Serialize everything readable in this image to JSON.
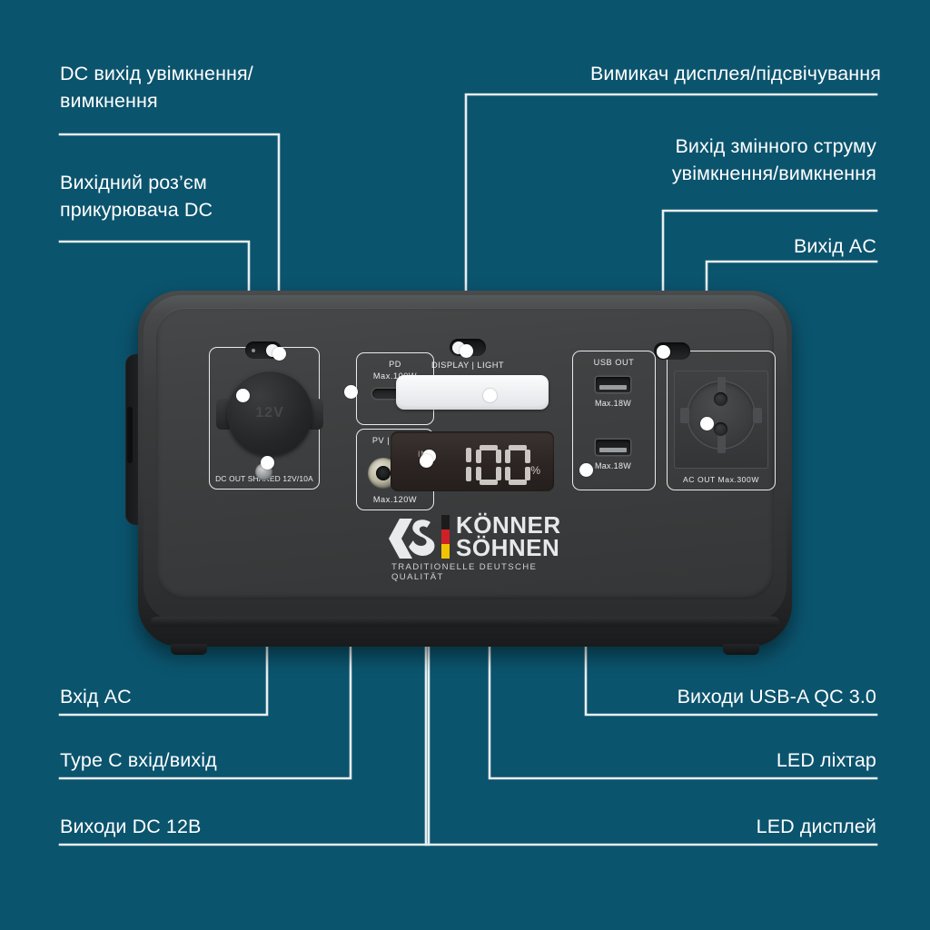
{
  "theme": {
    "background": "#0b546e",
    "line_color": "#e9eef0",
    "text_color": "#ffffff",
    "body_color": "#3a3c3d"
  },
  "callouts": [
    {
      "id": "dc-power-switch",
      "text": "DC вихід увімкнення/\nвимкнення"
    },
    {
      "id": "dc-cig-socket",
      "text": "Вихідний роз’єм\nприкурювача DC"
    },
    {
      "id": "display-light",
      "text": "Вимикач дисплея/підсвічування"
    },
    {
      "id": "ac-power-switch",
      "text": "Вихід змінного струму\nувімкнення/вимкнення"
    },
    {
      "id": "ac-out",
      "text": "Вихід AC"
    },
    {
      "id": "ac-in",
      "text": "Вхід AC"
    },
    {
      "id": "type-c",
      "text": "Type C вхід/вихід"
    },
    {
      "id": "dc-out-12v",
      "text": "Виходи DC 12В"
    },
    {
      "id": "usb-a-qc",
      "text": "Виходи USB-A QC 3.0"
    },
    {
      "id": "led-flashlight",
      "text": "LED ліхтар"
    },
    {
      "id": "led-display",
      "text": "LED дисплей"
    }
  ],
  "device": {
    "panel": {
      "dc_group_caption": "DC OUT SHARED 12V/10A",
      "cigarette_socket_text": "12V",
      "pd_caption_line1": "PD",
      "pd_caption_line2": "Max.100W",
      "pv_caption": "PV | DC IN",
      "pv_max": "Max.120W",
      "display_light_caption": "DISPLAY | LIGHT",
      "usb_group_caption": "USB OUT",
      "usb_port1_max": "Max.18W",
      "usb_port2_max": "Max.18W",
      "ac_group_caption": "AC OUT Max.300W"
    },
    "lcd": {
      "in_label": "IN",
      "value": "100",
      "unit": "%"
    },
    "brand": {
      "word1": "KÖNNER",
      "word2": "SÖHNEN",
      "tagline": "TRADITIONELLE DEUTSCHE QUALITÄT"
    }
  }
}
